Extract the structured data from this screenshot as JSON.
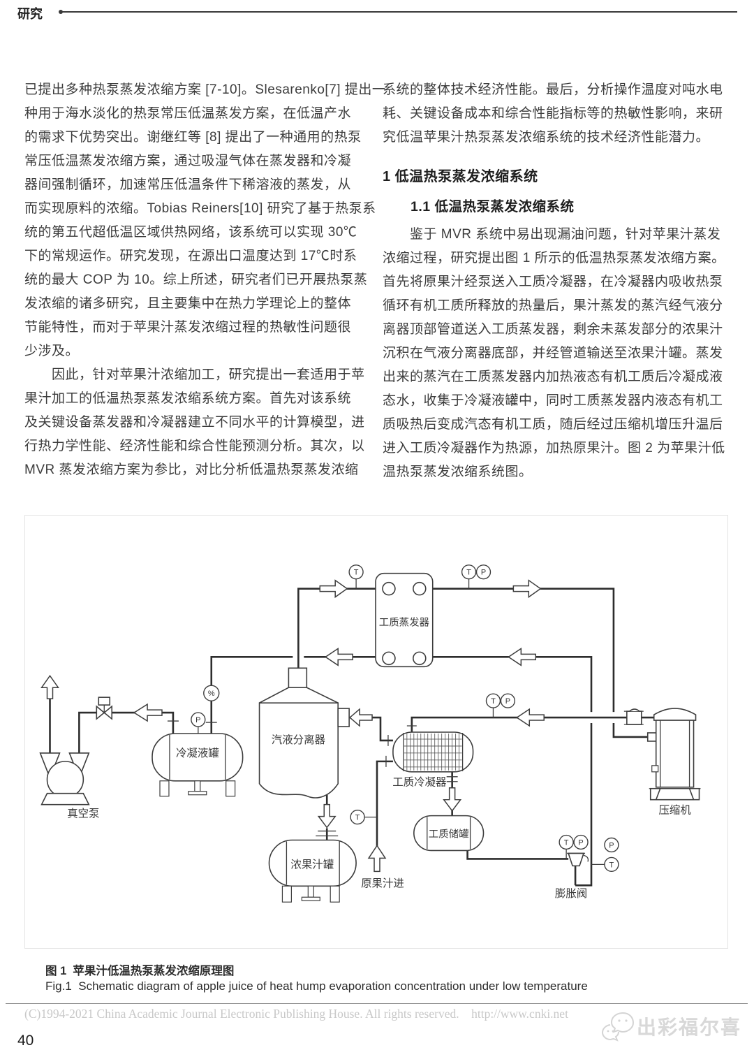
{
  "page": {
    "header": {
      "section_label": "研究"
    },
    "page_number": "40",
    "copyright": "(C)1994-2021 China Academic Journal Electronic Publishing House. All rights reserved.    http://www.cnki.net",
    "watermark_text": "出彩福尔喜"
  },
  "colors": {
    "text": "#3c3c3c",
    "pipe_line": "#2d2d2d",
    "muted_copyright": "#c8c8c8",
    "watermark": "#d8d8d8"
  },
  "columns": {
    "left": {
      "para1": "已提出多种热泵蒸发浓缩方案 [7-10]。Slesarenko[7] 提出一\n种用于海水淡化的热泵常压低温蒸发方案，在低温产水\n的需求下优势突出。谢继红等 [8] 提出了一种通用的热泵\n常压低温蒸发浓缩方案，通过吸湿气体在蒸发器和冷凝\n器间强制循环，加速常压低温条件下稀溶液的蒸发，从\n而实现原料的浓缩。Tobias Reiners[10] 研究了基于热泵系\n统的第五代超低温区域供热网络，该系统可以实现 30℃\n下的常规运作。研究发现，在源出口温度达到 17℃时系\n统的最大 COP 为 10。综上所述，研究者们已开展热泵蒸\n发浓缩的诸多研究，且主要集中在热力学理论上的整体\n节能特性，而对于苹果汁蒸发浓缩过程的热敏性问题很\n少涉及。",
      "para2": "　　因此，针对苹果汁浓缩加工，研究提出一套适用于苹\n果汁加工的低温热泵蒸发浓缩系统方案。首先对该系统\n及关键设备蒸发器和冷凝器建立不同水平的计算模型，进\n行热力学性能、经济性能和综合性能预测分析。其次，以\nMVR 蒸发浓缩方案为参比，对比分析低温热泵蒸发浓缩"
    },
    "right": {
      "para1": "系统的整体技术经济性能。最后，分析操作温度对吨水电\n耗、关键设备成本和综合性能指标等的热敏性影响，来研\n究低温苹果汁热泵蒸发浓缩系统的技术经济性能潜力。",
      "heading1": "1 低温热泵蒸发浓缩系统",
      "heading1_1": "1.1 低温热泵蒸发浓缩系统",
      "para2": "　　鉴于 MVR 系统中易出现漏油问题，针对苹果汁蒸发\n浓缩过程，研究提出图 1 所示的低温热泵蒸发浓缩方案。\n首先将原果汁经泵送入工质冷凝器，在冷凝器内吸收热泵\n循环有机工质所释放的热量后，果汁蒸发的蒸汽经气液分\n离器顶部管道送入工质蒸发器，剩余未蒸发部分的浓果汁\n沉积在气液分离器底部，并经管道输送至浓果汁罐。蒸发\n出来的蒸汽在工质蒸发器内加热液态有机工质后冷凝成液\n态水，收集于冷凝液罐中，同时工质蒸发器内液态有机工\n质吸热后变成汽态有机工质，随后经过压缩机增压升温后\n进入工质冷凝器作为热源，加热原果汁。图 2 为苹果汁低\n温热泵蒸发浓缩系统图。"
    }
  },
  "figure": {
    "caption_zh": "图 1  苹果汁低温热泵蒸发浓缩原理图",
    "caption_en": "Fig.1  Schematic diagram of apple juice of heat hump evaporation concentration under low temperature",
    "labels": {
      "evaporator": "工质蒸发器",
      "separator": "汽液分离器",
      "condensate_tank": "冷凝液罐",
      "vacuum_pump": "真空泵",
      "condenser": "工质冷凝器",
      "storage_tank": "工质储罐",
      "juice_tank": "浓果汁罐",
      "raw_juice_in": "原果汁进",
      "expansion_valve": "膨胀阀",
      "compressor": "压缩机"
    },
    "gauges": {
      "t": "T",
      "p": "P",
      "sight": "%"
    }
  }
}
